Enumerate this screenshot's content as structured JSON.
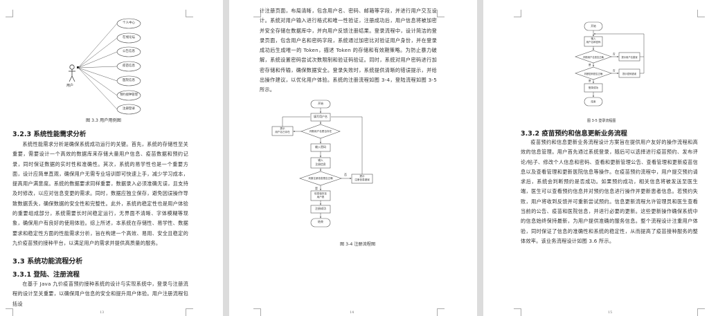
{
  "pages": {
    "p13": {
      "page_number": "13",
      "usecase": {
        "actor": "用户",
        "cases": [
          "个人中心",
          "在线论坛",
          "公告信息",
          "疫苗信息",
          "医院信息",
          "预约接种管理",
          "注册登录"
        ],
        "caption": "图 3.3 用户用例图"
      },
      "sec_323": {
        "heading": "3.2.3 系统性能需求分析",
        "body": "系统性能需求分析是确保系统成功运行的关键。首先，系统的存储性至关重要，需要设计一个高效的数据库来存储大量用户信息、疫苗数据和预约记录，同时保证数据的实时性和准确性。其次，系统的易学性也是一个重要方面，设计应简单直观，确保用户无需专业培训即可快速上手，减少学习成本，提高用户满意度。系统的数据要求同样重要，数据录入必须准确无误，且支持及时修改，以应对信息变更的需求。同时，数据应独立保存，避免因误操作导致数据丢失，确保数据的安全性和完整性。此外，系统的稳定性也是用户体验的重要组成部分，系统需要长时间稳定运行，无界面不清晰、字体模糊等现象，确保用户有良好的使用体验。综上所述，本系统在存储性、易学性、数据要求和稳定性方面的性能需求分析，旨在构建一个高效、易用、安全且稳定的九价疫苗预约接种平台，以满足用户的需求并提供高质量的服务。"
      },
      "sec_33": {
        "heading": "3.3 系统功能流程分析"
      },
      "sec_331": {
        "heading": "3.3.1 登陆、注册流程",
        "body": "在基于 Java 九价疫苗预约接种系统的设计与实现系统中，登录与注册流程的设计至关重要，以确保用户信息的安全和提升用户体验。用户注册流程包括设"
      }
    },
    "p14": {
      "page_number": "14",
      "body": "计注册页面，布局清晰，包含用户名、密码、邮箱等字段，并进行用户交互设计。系统对用户输入进行格式和唯一性验证，注册成功后，用户信息将被加密并安全存储在数据库中，并向用户反馈注册结果。登录流程中，设计简洁的登录页面，包含用户名和密码字段，系统通过加密比对验证用户身份，并在登录成功后生成唯一的 Token，描述 Token 的存储和有效期策略。为防止暴力破解，系统设置密码尝试次数限制和验证码验证。同时，系统对用户密码进行加密存储和传输，确保数据安全。登录失败时，系统提供清晰的错误提示，并给出操作建议，以优化用户体验。系统的注册流程如图 3-4，登陆流程如图 3-5 所示。",
      "flow": {
        "start": "开始",
        "fill_username": "填写用户名",
        "check_username": "判断用户名是否存在",
        "prompt_exists_1": "提示",
        "prompt_exists_2": "用户名已存在",
        "input_password": "输入密码",
        "input_info_1": "输入",
        "input_info_2": "注册信息",
        "check_info": "判断注册信息是否正确",
        "no_label": "否",
        "yes_label": "是",
        "prompt_error_1": "提示",
        "prompt_error_2": "注册信息错误",
        "save_1": "信息保存至",
        "save_2": "用户表",
        "success": "注册成功",
        "end": "结束",
        "caption": "图 3-4 注册流程图"
      }
    },
    "p15": {
      "page_number": "15",
      "flow": {
        "start": "开始",
        "input_1": "输入",
        "input_2": "用户名和密码",
        "check_user": "判断用户名是否正确",
        "check_pwd": "判断密码是否正确",
        "no_label": "否",
        "yes_label": "是",
        "err_user": "提示用户名错误",
        "err_pwd": "提示密码错误",
        "success": "登录成功",
        "end": "结束",
        "caption": "图 3-5 登录流程图"
      },
      "sec_332": {
        "heading": "3.3.2 疫苗预约和信息更新业务流程",
        "body": "疫苗预约和信息更新业务流程设计方案旨在提供用户友好的操作流程和高效的信息管理。用户首先通过系统登录，随后可以选择进行疫苗预约、发布评论/帖子、修改个人信息和密码、查看和更新管理公告、查看管理和更新疫苗信息以及查看管理和更新医院信息等操作。在疫苗预约流程中，用户提交预约请求后，系统会判断预约是否成功。如果预约成功，相关信息将被发送至医生端，医生可以查看预约信息并对预约信息进行操作并更新患者信息。若预约失败，用户将收到反馈并可重新尝试预约。信息更新流程允许管理员和医生查看当前的公告、疫苗和医院信息，并进行必要的更新。这些更新操作确保系统中的信息始终保持最新，为用户提供准确的服务信息。整个流程设计注重用户体验，同时保证了信息的准确性和系统的稳定性，从而提高了疫苗接种服务的整体效率。该业务流程设计如图 3.6 所示。"
      }
    }
  }
}
